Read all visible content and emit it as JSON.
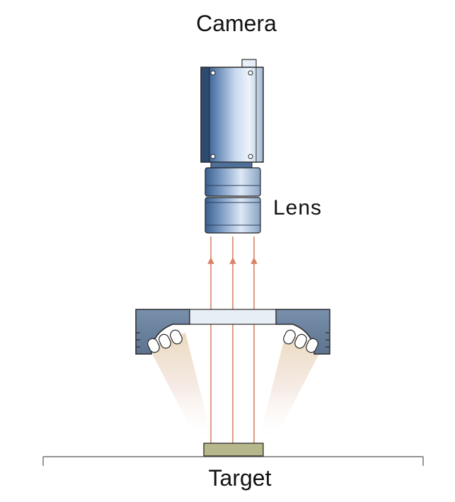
{
  "labels": {
    "camera": "Camera",
    "lens": "Lens",
    "target": "Target"
  },
  "colors": {
    "camera_dark": "#3d5f8c",
    "camera_light": "#e9f1fb",
    "lens_dark": "#4a6f9f",
    "light_ring": "#6b7f96",
    "ray": "#d9826a",
    "target_block": "#b6b78a",
    "baseline": "#555555"
  }
}
